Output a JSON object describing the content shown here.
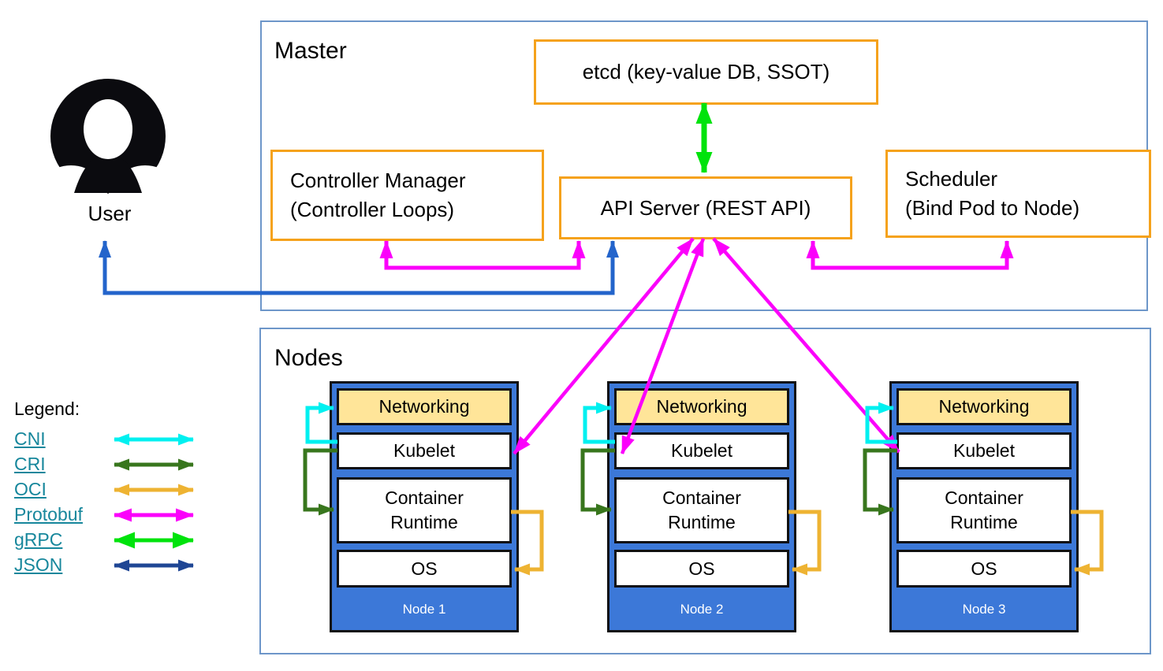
{
  "colors": {
    "orange_box_border": "#F5A21C",
    "frame_border": "#6D96C9",
    "node_fill": "#3C78D8",
    "networking_fill": "#FFE599",
    "cni": "#00F0F0",
    "cri": "#38761D",
    "oci": "#EEB332",
    "protobuf": "#FB00FB",
    "grpc": "#00E30C",
    "json": "#1F4694",
    "json_diagram": "#2364CB"
  },
  "user": {
    "label": "User"
  },
  "master": {
    "title": "Master",
    "etcd": {
      "label": "etcd (key-value DB, SSOT)"
    },
    "controller_manager": {
      "line1": "Controller Manager",
      "line2": "(Controller Loops)"
    },
    "api_server": {
      "label": "API Server (REST API)"
    },
    "scheduler": {
      "line1": "Scheduler",
      "line2": "(Bind Pod to Node)"
    }
  },
  "nodes_section": {
    "title": "Nodes",
    "components": [
      "Networking",
      "Kubelet",
      "Container Runtime",
      "OS"
    ],
    "nodes": [
      {
        "name": "Node 1"
      },
      {
        "name": "Node 2"
      },
      {
        "name": "Node 3"
      }
    ]
  },
  "legend": {
    "title": "Legend:",
    "items": [
      {
        "label": "CNI",
        "color": "#00F0F0"
      },
      {
        "label": "CRI",
        "color": "#38761D"
      },
      {
        "label": "OCI",
        "color": "#EEB332"
      },
      {
        "label": "Protobuf",
        "color": "#FB00FB"
      },
      {
        "label": "gRPC",
        "color": "#00E30C"
      },
      {
        "label": "JSON",
        "color": "#1F4694"
      }
    ]
  }
}
